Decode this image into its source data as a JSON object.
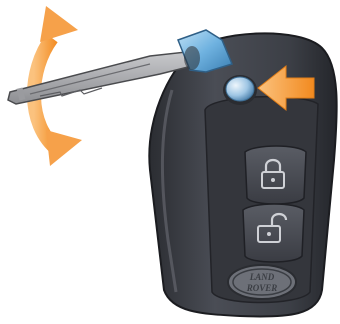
{
  "illustration": {
    "subject": "folding-key-fob",
    "logo": {
      "line1": "LAND",
      "line2": "ROVER"
    },
    "buttons": [
      {
        "name": "lock-button",
        "icon": "padlock-closed-icon"
      },
      {
        "name": "unlock-button",
        "icon": "padlock-open-icon"
      }
    ],
    "release_button": {
      "icon": "release-button"
    },
    "indicators": {
      "push_arrow": {
        "icon": "arrow-left-icon",
        "color": "#f5922b"
      },
      "rotation_arrow": {
        "icon": "rotate-arrow-icon",
        "color": "#f5922b"
      }
    },
    "colors": {
      "body": "#3f4249",
      "body_edge": "#1f2126",
      "key_blade": "#a7a8ab",
      "hinge": "#6fb2e0"
    }
  }
}
